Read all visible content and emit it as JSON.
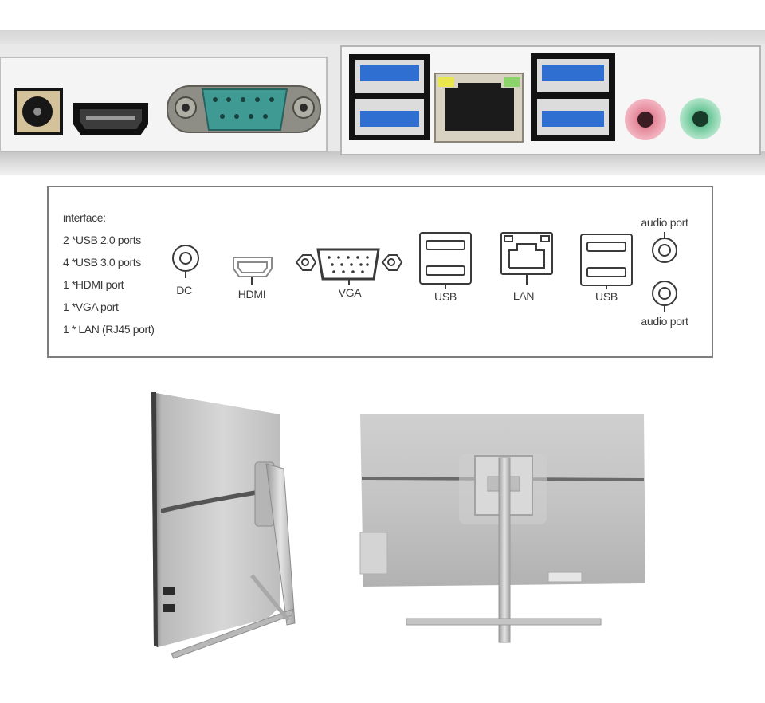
{
  "interface": {
    "title": "interface:",
    "specs": [
      "2 *USB 2.0 ports",
      "4 *USB 3.0 ports",
      "1 *HDMI port",
      "1 *VGA port",
      "1 * LAN (RJ45 port)"
    ]
  },
  "ports": {
    "dc": "DC",
    "hdmi": "HDMI",
    "vga": "VGA",
    "usb_left": "USB",
    "lan": "LAN",
    "usb_right": "USB",
    "audio_top": "audio port",
    "audio_bottom": "audio port"
  },
  "colors": {
    "usb3_blue": "#2f6fd1",
    "serial_teal": "#3f9a94",
    "mic_pink": "#e58a9c",
    "line_green": "#6ec79a",
    "panel_border": "#7c7c7c",
    "case_silver": "#c9c9c9"
  }
}
